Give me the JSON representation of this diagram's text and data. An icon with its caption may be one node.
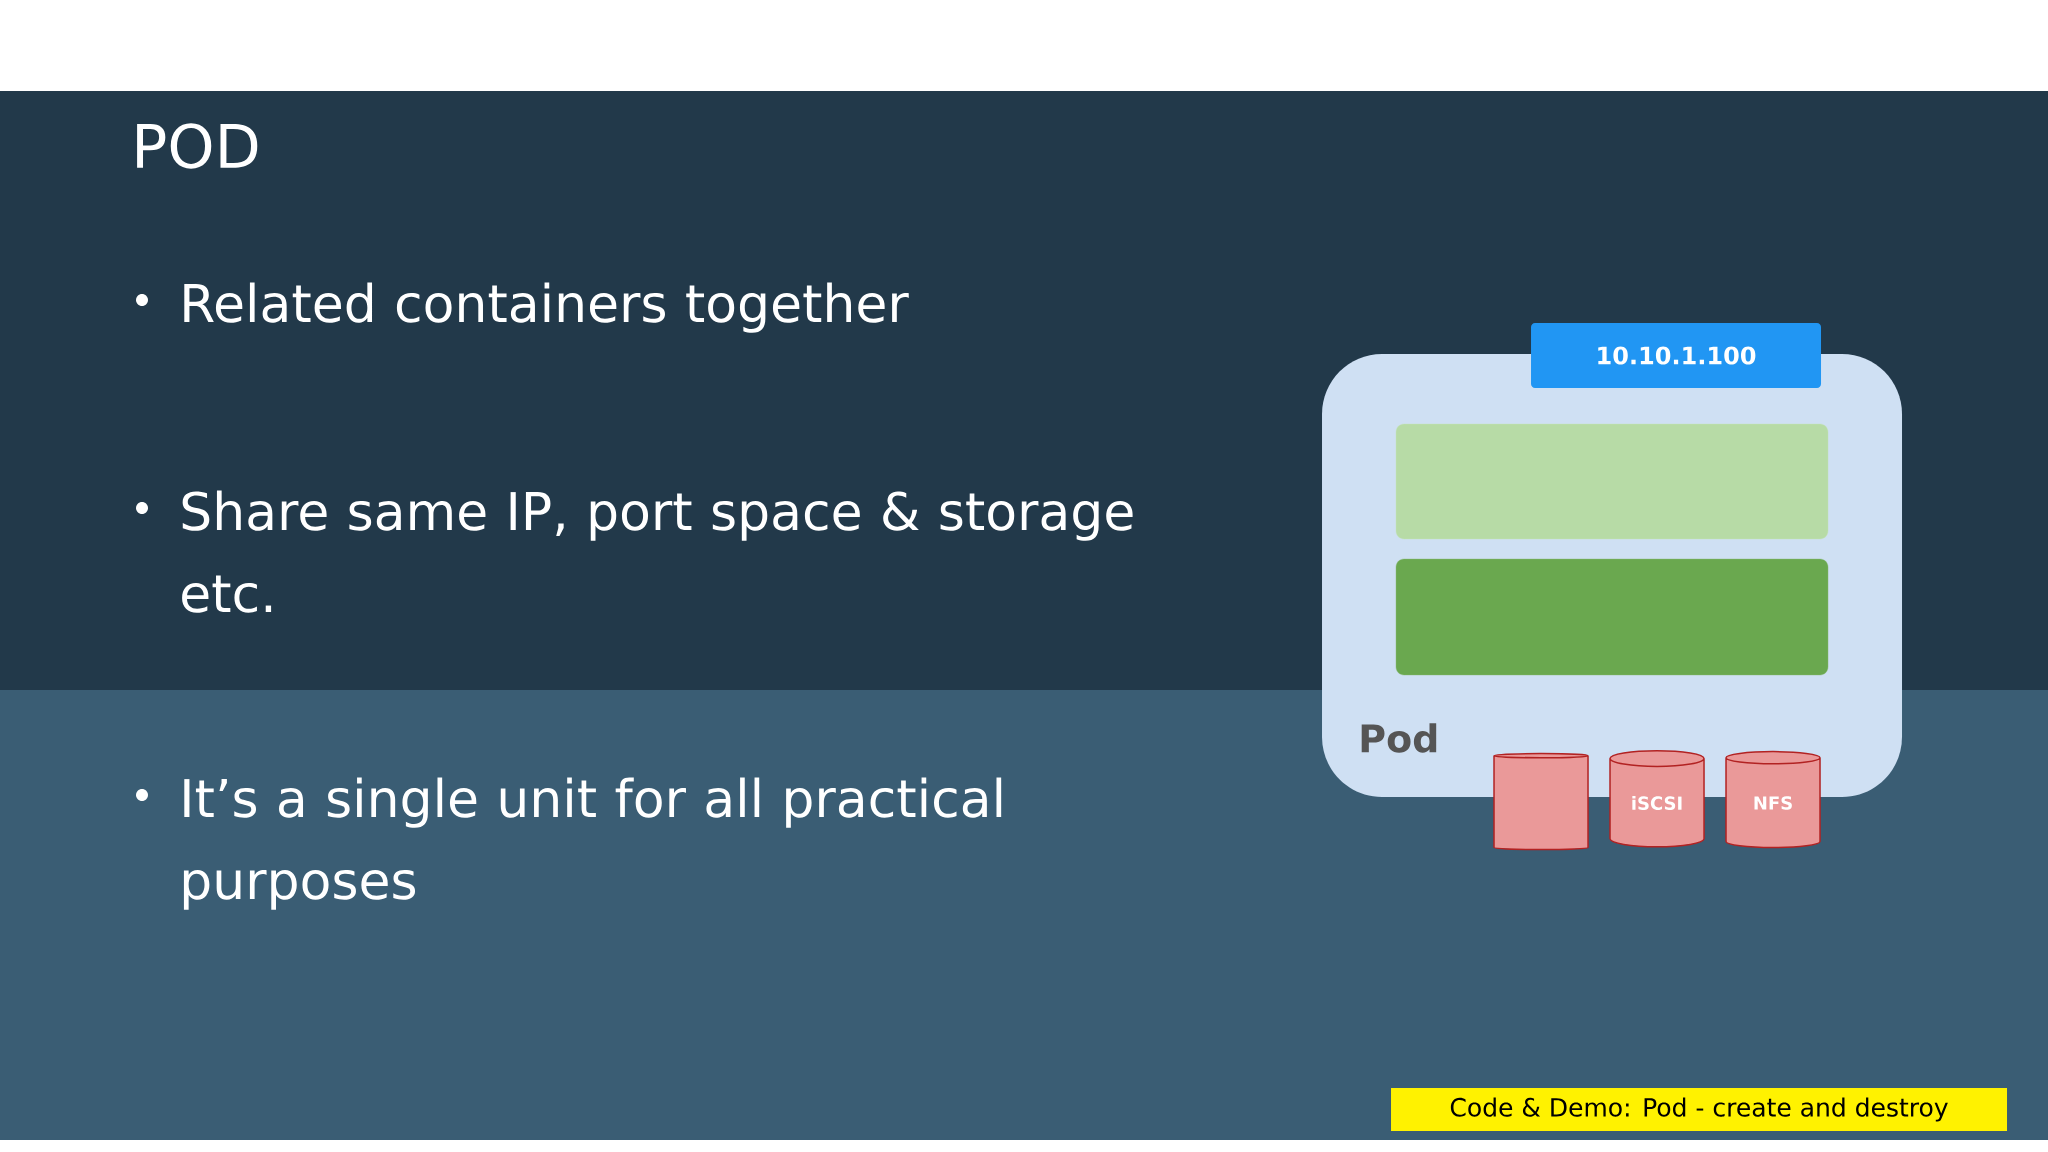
{
  "diagram": {
    "title": "POD",
    "nodes": [
      {
        "text": [
          "Pod"
        ]
      },
      {
        "text": [
          "10.10.1.100"
        ]
      },
      {
        "text": [],
        "shape": "box",
        "in": 0
      },
      {
        "text": [],
        "shape": "box",
        "in": 0
      },
      {
        "text": [],
        "shape": "cylinder"
      },
      {
        "text": [
          "iSCSI"
        ]
      },
      {
        "text": [
          "NFS"
        ]
      },
      {
        "text": [
          "Code & Demo: Pod - create and destroy"
        ]
      }
    ],
    "labels": [
      "Related containers together",
      "Share same IP, port space & storage etc.",
      "It’s a single unit for all practical purposes"
    ]
  }
}
